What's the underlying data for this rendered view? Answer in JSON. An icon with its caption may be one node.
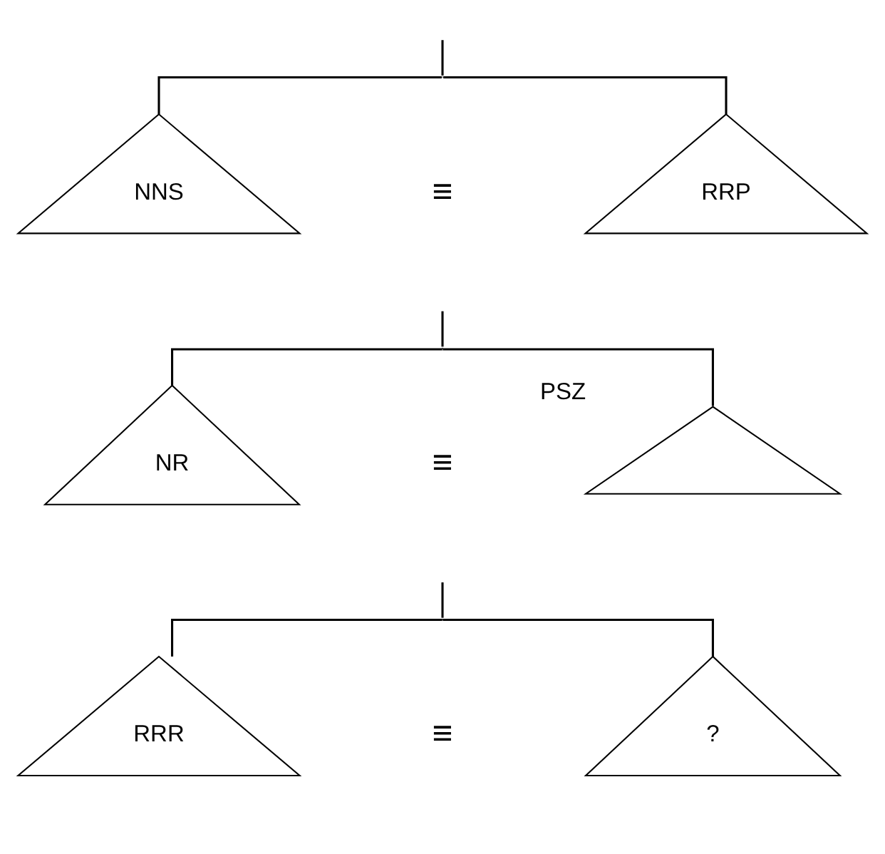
{
  "diagram": {
    "nodes": [
      {
        "text": [],
        "shape": "point"
      },
      {
        "text": [
          "NNS"
        ]
      },
      {
        "text": [
          "RRP"
        ]
      },
      {
        "text": [],
        "shape": "point"
      },
      {
        "text": [
          "NR"
        ]
      },
      {
        "text": [],
        "shape": "triangle",
        "beside": [
          "PSZ"
        ]
      },
      {
        "text": [],
        "shape": "point"
      },
      {
        "text": [
          "RRR"
        ]
      },
      {
        "text": [
          "?"
        ]
      }
    ],
    "edges": [
      {
        "from": null,
        "to": 0,
        "arrow": "none"
      },
      {
        "from": 0,
        "to": 1,
        "arrow": "none"
      },
      {
        "from": 0,
        "to": 2,
        "arrow": "none"
      },
      {
        "from": null,
        "to": 3,
        "arrow": "none"
      },
      {
        "from": 3,
        "to": 4,
        "arrow": "none"
      },
      {
        "from": 3,
        "to": 5,
        "arrow": "none"
      },
      {
        "from": null,
        "to": 6,
        "arrow": "none"
      },
      {
        "from": 6,
        "to": 7,
        "arrow": "none"
      },
      {
        "from": 6,
        "to": 8,
        "arrow": "none"
      }
    ],
    "labels": [
      "≡",
      "≡",
      "≡"
    ]
  }
}
